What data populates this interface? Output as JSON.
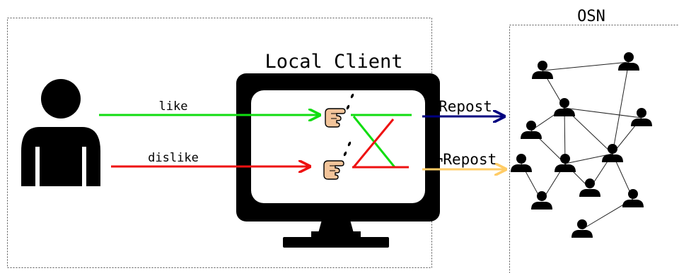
{
  "labels": {
    "local_client": "Local Client",
    "osn": "OSN",
    "like": "like",
    "dislike": "dislike",
    "repost": "Repost",
    "not_repost": "¬Repost"
  },
  "colors": {
    "like": "#11dd11",
    "dislike": "#ee1111",
    "repost": "#000080",
    "not_repost": "#ffcc66",
    "ink": "#000000",
    "skin": "#f2c49a"
  },
  "icons": {
    "user": "user-silhouette-icon",
    "monitor": "monitor-icon",
    "hand": "pointing-hand-icon",
    "node": "person-node-icon"
  }
}
